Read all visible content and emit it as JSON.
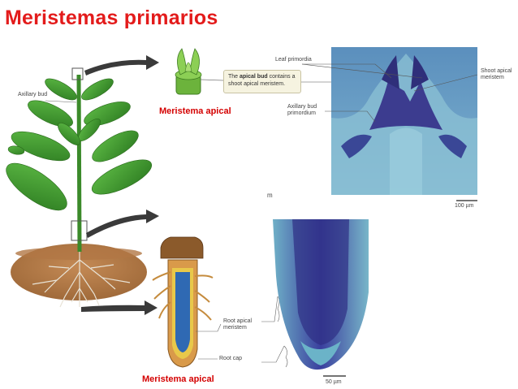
{
  "title": "Meristemas primarios",
  "labels": {
    "axillary_bud": "Axillary bud",
    "leaf_primordia": "Leaf primordia",
    "shoot_apical_meristem": "Shoot apical meristem",
    "axillary_bud_primordium": "Axillary bud primordium",
    "root_apical_meristem": "Root apical meristem",
    "root_cap": "Root cap",
    "scale_shoot": "100 µm",
    "scale_root": "50 µm",
    "stray_text": "m"
  },
  "callout": {
    "pre": "The",
    "bold": "apical bud",
    "post": "contains a shoot apical meristem."
  },
  "captions": {
    "top": "Meristema apical",
    "bottom": "Meristema apical"
  },
  "colors": {
    "title_red": "#e31b1b",
    "leaf_green": "#3d9a2c",
    "micrograph_blue": "#6d9fc4",
    "soil_brown": "#8b5a2b"
  }
}
